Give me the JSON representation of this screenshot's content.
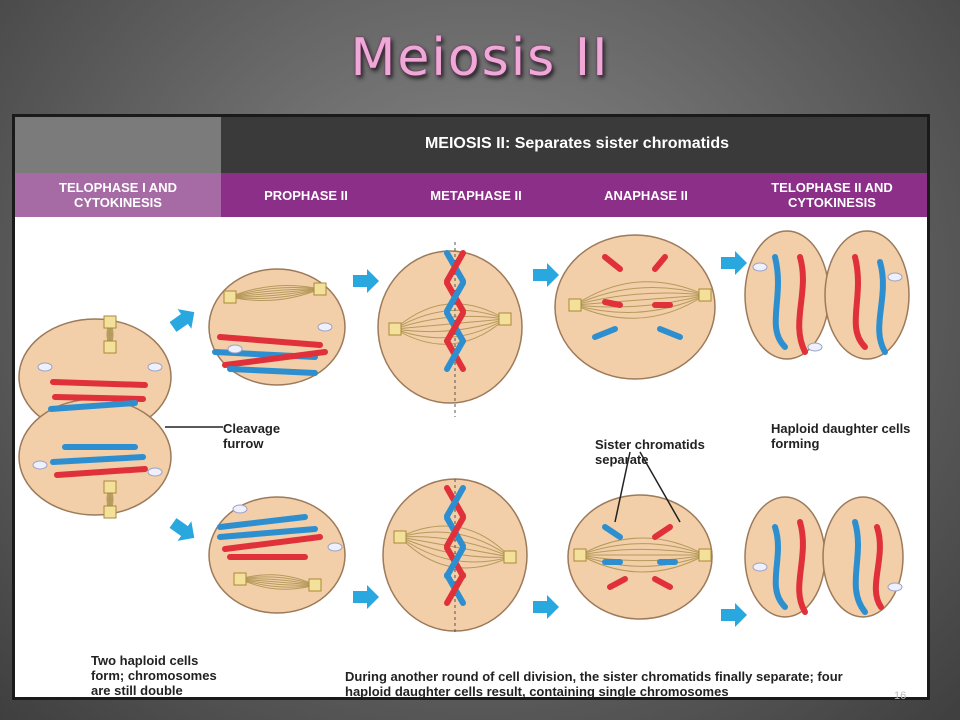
{
  "slide": {
    "title": "Meiosis II",
    "number": "16"
  },
  "header": {
    "main": "MEIOSIS II: Separates sister chromatids"
  },
  "stages": [
    {
      "label": "TELOPHASE I AND CYTOKINESIS"
    },
    {
      "label": "PROPHASE II"
    },
    {
      "label": "METAPHASE II"
    },
    {
      "label": "ANAPHASE II"
    },
    {
      "label": "TELOPHASE II AND CYTOKINESIS"
    }
  ],
  "labels": {
    "cleavage": "Cleavage furrow",
    "sister": "Sister chromatids separate",
    "haploid_forming": "Haploid daughter cells forming",
    "two_haploid": "Two haploid cells form; chromosomes are still double",
    "during": "During another round of cell division, the sister chromatids finally separate; four haploid daughter cells result, containing single chromosomes"
  },
  "colors": {
    "cell_fill": "#f2cfa8",
    "chromosome_red": "#e0303a",
    "chromosome_blue": "#2e8fd0",
    "arrow": "#29a8e0",
    "header_purple": "#8b2f88",
    "title_pink": "#f0a8d8"
  }
}
